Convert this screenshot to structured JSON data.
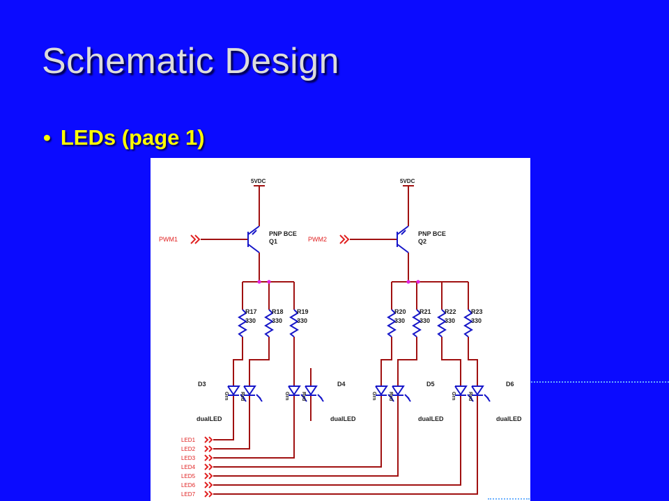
{
  "slide": {
    "title": "Schematic Design",
    "bullet": "LEDs (page 1)",
    "bullet_marker": "•"
  },
  "schematic": {
    "supply_labels": [
      "5VDC",
      "5VDC"
    ],
    "pwm_labels": [
      "PWM1",
      "PWM2"
    ],
    "transistors": [
      {
        "type": "PNP BCE",
        "ref": "Q1"
      },
      {
        "type": "PNP BCE",
        "ref": "Q2"
      }
    ],
    "resistors": [
      {
        "ref": "R17",
        "value": "330"
      },
      {
        "ref": "R18",
        "value": "330"
      },
      {
        "ref": "R19",
        "value": "330"
      },
      {
        "ref": "R20",
        "value": "330"
      },
      {
        "ref": "R21",
        "value": "330"
      },
      {
        "ref": "R22",
        "value": "330"
      },
      {
        "ref": "R23",
        "value": "330"
      }
    ],
    "diodes": [
      {
        "ref": "D3",
        "part": "dualLED"
      },
      {
        "ref": "D4",
        "part": "dualLED"
      },
      {
        "ref": "D5",
        "part": "dualLED"
      },
      {
        "ref": "D6",
        "part": "dualLED"
      }
    ],
    "led_pin_labels": [
      "Grn",
      "Red"
    ],
    "net_labels": [
      "LED1",
      "LED2",
      "LED3",
      "LED4",
      "LED5",
      "LED6",
      "LED7"
    ]
  },
  "colors": {
    "background": "#0b0bff",
    "title": "#dcdcdc",
    "bullet": "#ffff00",
    "wire": "#a01010",
    "component": "#1515c8",
    "junction": "#e020e0",
    "net_label": "#e02020"
  }
}
